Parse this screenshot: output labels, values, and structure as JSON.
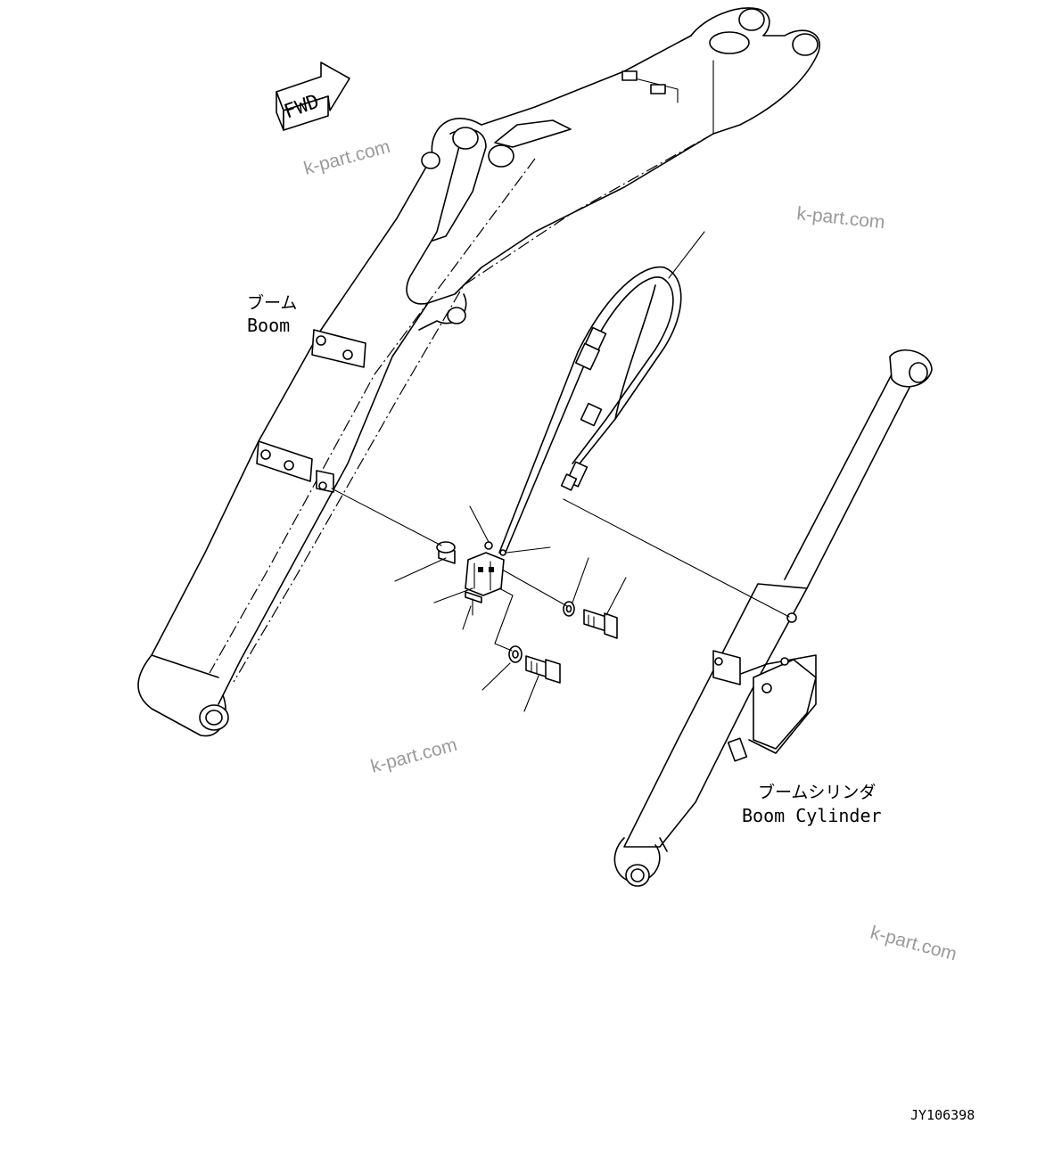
{
  "labels": {
    "boom_jp": "ブーム",
    "boom_en": "Boom",
    "cylinder_jp": "ブームシリンダ",
    "cylinder_en": "Boom Cylinder",
    "fwd": "FWD",
    "drawing_id": "JY106398"
  },
  "watermarks": [
    "k-part.com",
    "k-part.com",
    "k-part.com",
    "k-part.com"
  ],
  "colors": {
    "line": "#000000",
    "background": "#ffffff",
    "watermark": "#9a9a9a"
  }
}
